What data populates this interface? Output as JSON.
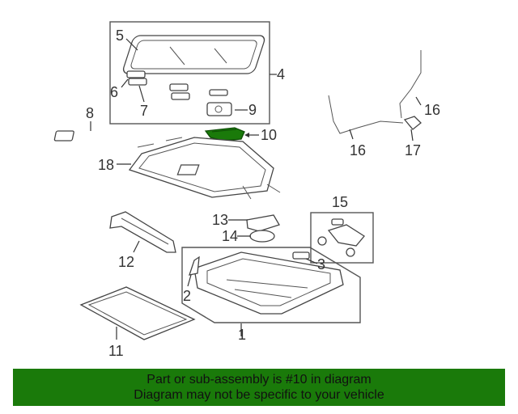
{
  "callouts": {
    "c1": "1",
    "c2": "2",
    "c3": "3",
    "c4": "4",
    "c5": "5",
    "c6": "6",
    "c7": "7",
    "c8": "8",
    "c9": "9",
    "c10": "10",
    "c11": "11",
    "c12": "12",
    "c13": "13",
    "c14": "14",
    "c15": "15",
    "c16a": "16",
    "c16b": "16",
    "c17": "17",
    "c18": "18"
  },
  "colors": {
    "banner_bg": "#1a7a0a",
    "highlight_part": "#1a7a0a",
    "line": "#333333"
  },
  "banner": {
    "line1": "Part or sub-assembly is #10 in diagram",
    "line2": "Diagram may not be specific to your vehicle"
  }
}
